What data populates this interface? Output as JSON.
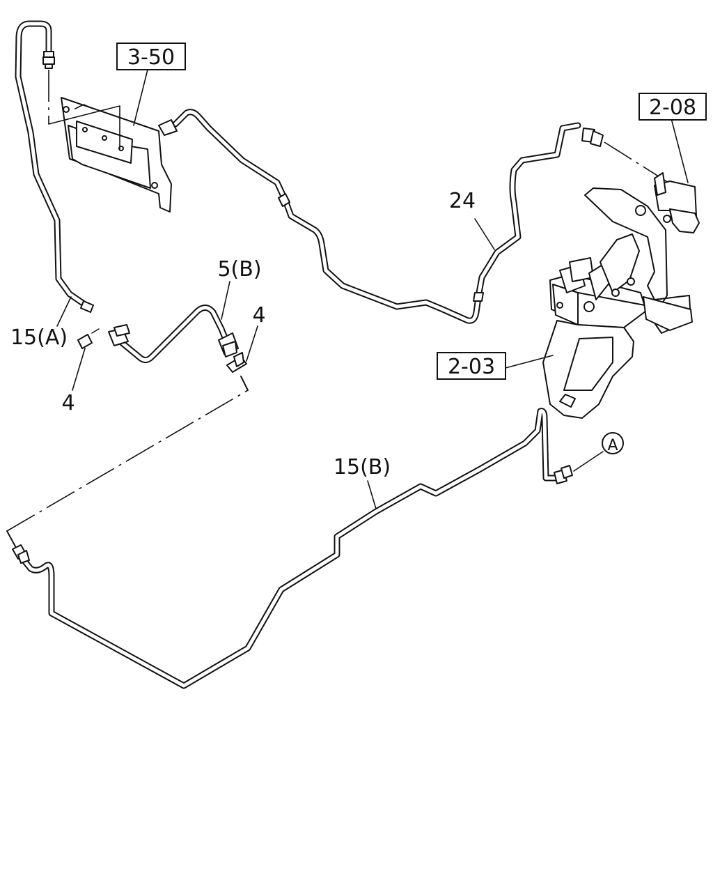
{
  "diagram": {
    "callouts": {
      "ref_3_50": "3-50",
      "ref_2_08": "2-08",
      "ref_2_03": "2-03",
      "part_24": "24",
      "part_5b": "5(B)",
      "part_4_right": "4",
      "part_15a": "15(A)",
      "part_4_left": "4",
      "part_15b": "15(B)",
      "connector_a": "A"
    }
  }
}
